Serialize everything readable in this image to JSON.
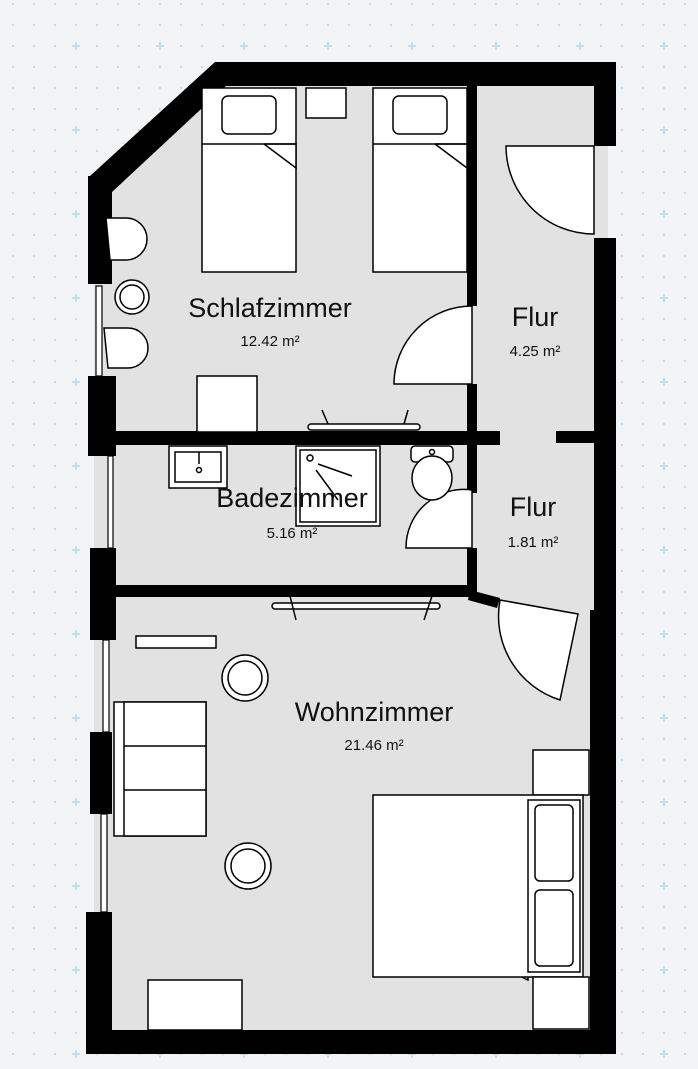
{
  "colors": {
    "background": "#f2f4f6",
    "floor": "#e2e2e2",
    "wall": "#000000",
    "furniture": "#ffffff",
    "grid": "#bfe0ee"
  },
  "rooms": [
    {
      "id": "schlafzimmer",
      "name": "Schlafzimmer",
      "area": "12.42 m²"
    },
    {
      "id": "flur-1",
      "name": "Flur",
      "area": "4.25 m²"
    },
    {
      "id": "badezimmer",
      "name": "Badezimmer",
      "area": "5.16 m²"
    },
    {
      "id": "flur-2",
      "name": "Flur",
      "area": "1.81 m²"
    },
    {
      "id": "wohnzimmer",
      "name": "Wohnzimmer",
      "area": "21.46 m²"
    }
  ]
}
